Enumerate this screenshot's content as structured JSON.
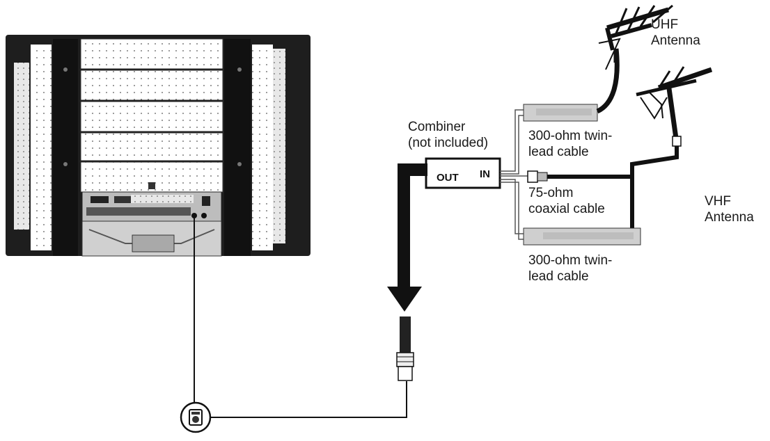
{
  "labels": {
    "uhf_antenna": "UHF\nAntenna",
    "vhf_antenna": "VHF\nAntenna",
    "combiner": "Combiner\n(not included)",
    "combiner_out": "OUT",
    "combiner_in": "IN",
    "twin_lead_top": "300-ohm twin-\nlead cable",
    "coax": "75-ohm\ncoaxial cable",
    "twin_lead_bottom": "300-ohm twin-\nlead cable"
  },
  "icons": [
    "tv-rear-panel-icon",
    "uhf-antenna-icon",
    "vhf-antenna-icon",
    "combiner-icon",
    "coax-connector-icon",
    "antenna-jack-icon",
    "arrow-down-icon"
  ]
}
